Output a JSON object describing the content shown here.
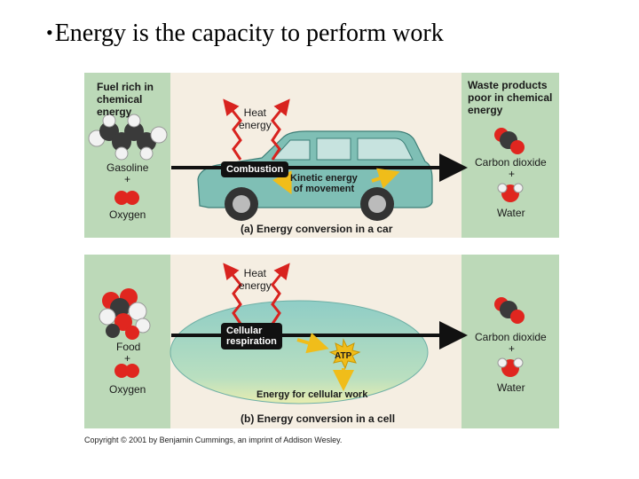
{
  "title": {
    "bullet": "•",
    "text": "Energy is the capacity to perform work"
  },
  "panel_a": {
    "fuel_heading": [
      "Fuel rich in",
      "chemical",
      "energy"
    ],
    "gasoline": "Gasoline",
    "plus1": "+",
    "oxygen": "Oxygen",
    "heat": [
      "Heat",
      "energy"
    ],
    "combustion": "Combustion",
    "kinetic": [
      "Kinetic energy",
      "of movement"
    ],
    "caption": "(a) Energy conversion in a car",
    "waste_heading": [
      "Waste products",
      "poor in chemical",
      "energy"
    ],
    "co2": "Carbon dioxide",
    "plus2": "+",
    "water": "Water"
  },
  "panel_b": {
    "food": "Food",
    "plus1": "+",
    "oxygen": "Oxygen",
    "heat": [
      "Heat",
      "energy"
    ],
    "respiration": [
      "Cellular",
      "respiration"
    ],
    "atp": "ATP",
    "work": "Energy for cellular work",
    "caption": "(b) Energy conversion in a cell",
    "co2": "Carbon dioxide",
    "plus2": "+",
    "water": "Water"
  },
  "copyright": "Copyright © 2001 by Benjamin Cummings, an imprint of Addison Wesley.",
  "colors": {
    "panel_side": "#bcd9b8",
    "panel_middle": "#f5eee2",
    "heat_arrow": "#d8231f",
    "energy_arrow": "#f0bd1a",
    "car_body": "#7fbfb5",
    "cell": "#9dd1c9",
    "oxygen_atom": "#e0261f",
    "carbon_atom": "#3a3a3a",
    "hydrogen_atom": "#f2f2f2"
  }
}
